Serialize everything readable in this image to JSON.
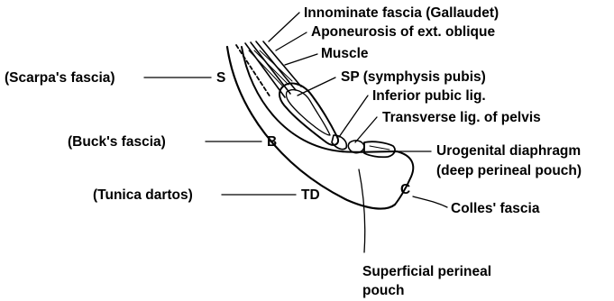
{
  "labels": {
    "innominate": "Innominate fascia (Gallaudet)",
    "aponeurosis": "Aponeurosis of ext. oblique",
    "muscle": "Muscle",
    "scarpa": "(Scarpa's fascia)",
    "s": "S",
    "sp": "SP (symphysis pubis)",
    "inferior_pubic": "Inferior pubic lig.",
    "transverse": "Transverse lig. of pelvis",
    "bucks": "(Buck's fascia)",
    "b": "B",
    "urogenital_1": "Urogenital diaphragm",
    "urogenital_2": "(deep perineal pouch)",
    "tunica": "(Tunica dartos)",
    "td": "TD",
    "c": "C",
    "colles": "Colles' fascia",
    "superficial_1": "Superficial perineal",
    "superficial_2": "pouch"
  }
}
